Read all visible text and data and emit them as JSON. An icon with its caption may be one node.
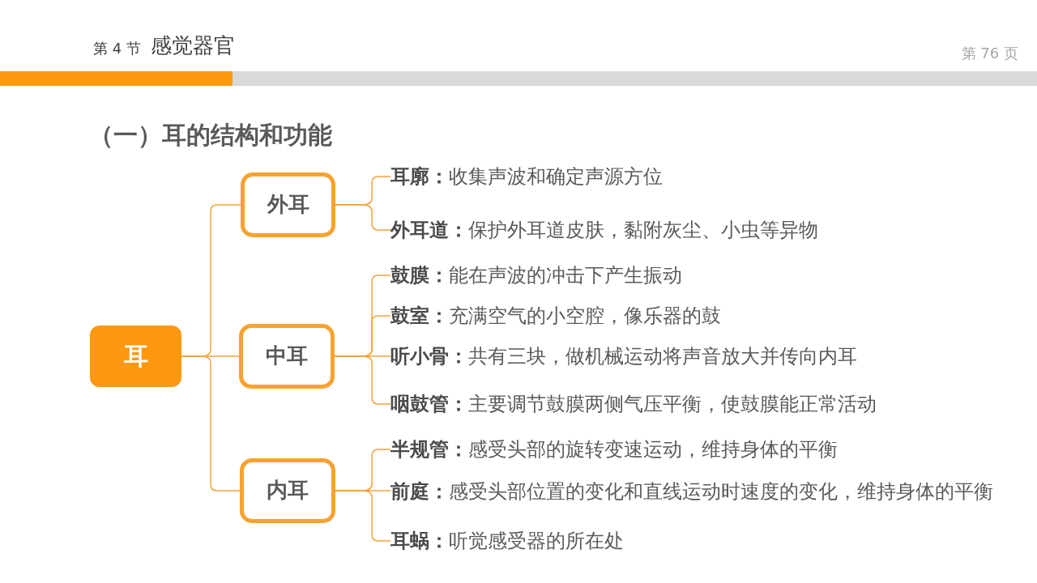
{
  "diagram": {
    "title": "（一）耳的结构和功能",
    "nodes": [
      {
        "text": [
          "耳"
        ]
      },
      {
        "text": [
          "外耳"
        ]
      },
      {
        "text": [
          "中耳"
        ]
      },
      {
        "text": [
          "内耳"
        ]
      },
      {
        "text": [
          "**耳廓：**收集声波和确定声源方位"
        ]
      },
      {
        "text": [
          "**外耳道：**保护外耳道皮肤，黏附灰尘、小虫等异物"
        ]
      },
      {
        "text": [
          "**鼓膜：**能在声波的冲击下产生振动"
        ]
      },
      {
        "text": [
          "**鼓室：**充满空气的小空腔，像乐器的鼓"
        ]
      },
      {
        "text": [
          "**听小骨：**共有三块，做机械运动将声音放大并传向内耳"
        ]
      },
      {
        "text": [
          "**咽鼓管：**主要调节鼓膜两侧气压平衡，使鼓膜能正常活动"
        ]
      },
      {
        "text": [
          "**半规管：**感受头部的旋转变速运动，维持身体的平衡"
        ]
      },
      {
        "text": [
          "**前庭：**感受头部位置的变化和直线运动时速度的变化，维持身体的平衡"
        ]
      },
      {
        "text": [
          "**耳蜗：**听觉感受器的所在处"
        ]
      }
    ],
    "edges": [
      {
        "from": 0,
        "to": 1,
        "arrow": "none"
      },
      {
        "from": 0,
        "to": 2,
        "arrow": "none"
      },
      {
        "from": 0,
        "to": 3,
        "arrow": "none"
      },
      {
        "from": 1,
        "to": 4,
        "arrow": "none"
      },
      {
        "from": 1,
        "to": 5,
        "arrow": "none"
      },
      {
        "from": 2,
        "to": 6,
        "arrow": "none"
      },
      {
        "from": 2,
        "to": 7,
        "arrow": "none"
      },
      {
        "from": 2,
        "to": 8,
        "arrow": "none"
      },
      {
        "from": 2,
        "to": 9,
        "arrow": "none"
      },
      {
        "from": 3,
        "to": 10,
        "arrow": "none"
      },
      {
        "from": 3,
        "to": 11,
        "arrow": "none"
      },
      {
        "from": 3,
        "to": 12,
        "arrow": "none"
      }
    ],
    "labels": [
      "第 4 节",
      "感觉器官",
      "第 76 页"
    ]
  }
}
